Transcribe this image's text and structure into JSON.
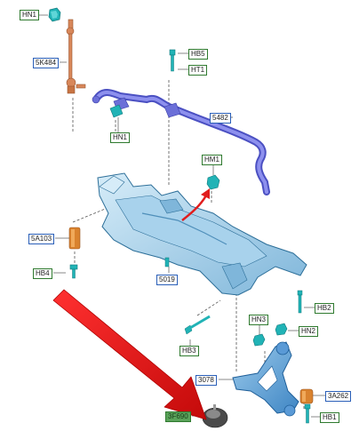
{
  "colors": {
    "part_fill": "#b9dcef",
    "part_shade": "#6aa8cf",
    "part_edge": "#2d6f99",
    "fastener": "#21b3b6",
    "stabilizer_bar": "#6b6fd8",
    "link_copper": "#d8875a",
    "bushing_orange": "#d9822e",
    "mount_dark": "#555555",
    "arrow_red": "#e11d1d",
    "callout_green": "#5aa35a"
  },
  "callouts": {
    "hn1_top": "HN1",
    "k5_484": "5K484",
    "hb5": "HB5",
    "ht1": "HT1",
    "hn1_mid": "HN1",
    "s5482": "5482",
    "hm1": "HM1",
    "a5_103": "5A103",
    "hb4": "HB4",
    "s5019": "5019",
    "hb2": "HB2",
    "hn3": "HN3",
    "hn2": "HN2",
    "hb3": "HB3",
    "s3078": "3078",
    "a3_262": "3A262",
    "f3_690": "3F690",
    "hb1": "HB1"
  },
  "icons": {
    "pointer_arrow": "large-red-arrow",
    "hm1_arrow": "red-curved-arrow"
  }
}
